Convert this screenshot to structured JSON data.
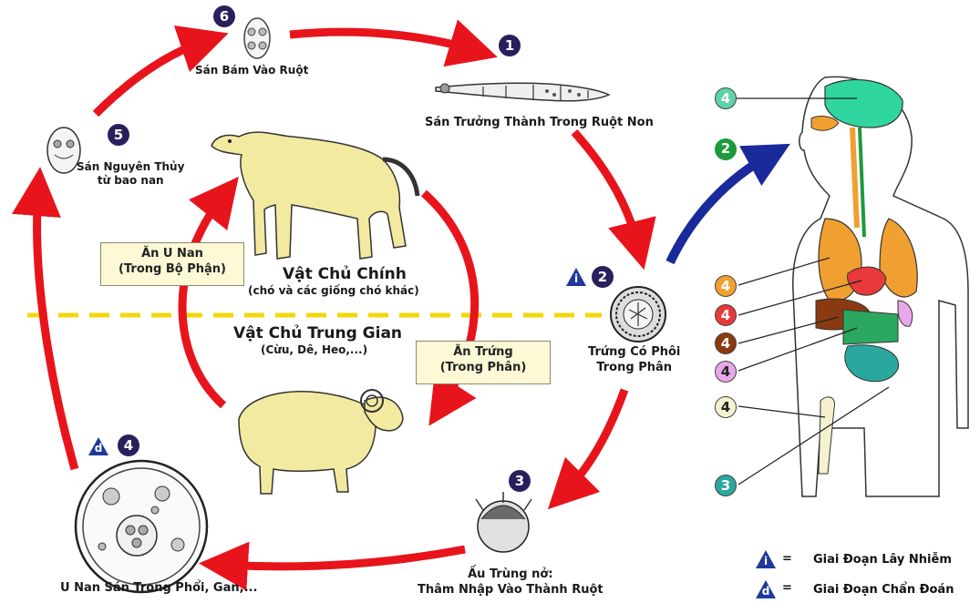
{
  "stages": {
    "s6": {
      "label": "Sán Bám Vào Ruột",
      "num": "6"
    },
    "s1": {
      "label": "Sán Trưởng Thành Trong Ruột Non",
      "num": "1"
    },
    "s5": {
      "line1": "Sán Nguyên Thủy",
      "line2": "từ bao nan",
      "num": "5"
    },
    "s2": {
      "line1": "Trứng Có Phôi",
      "line2": "Trong Phân",
      "num": "2",
      "tri": "i"
    },
    "s3": {
      "line1": "Ấu Trùng nở:",
      "line2": "Thâm Nhập Vào Thành Ruột",
      "num": "3"
    },
    "s4": {
      "label": "U Nan Sán Trong Phổi, Gan,...",
      "num": "4",
      "tri": "d"
    }
  },
  "boxes": {
    "eat_cyst": {
      "line1": "Ăn U Nan",
      "line2": "(Trong Bộ Phận)"
    },
    "eat_egg": {
      "line1": "Ăn Trứng",
      "line2": "(Trong Phân)"
    }
  },
  "hosts": {
    "definitive": {
      "title": "Vật Chủ Chính",
      "sub": "(chó và các giống chó khác)"
    },
    "intermediate": {
      "title": "Vật Chủ Trung Gian",
      "sub": "(Cừu, Dê, Heo,...)"
    }
  },
  "body_markers": [
    {
      "num": "4",
      "color": "#5fd3a8",
      "target": "brain"
    },
    {
      "num": "2",
      "color": "#1e9a3a",
      "target": "arrow"
    },
    {
      "num": "4",
      "color": "#f0a030",
      "target": "lungs"
    },
    {
      "num": "4",
      "color": "#e83a3a",
      "target": "heart"
    },
    {
      "num": "4",
      "color": "#8a3a10",
      "target": "liver"
    },
    {
      "num": "4",
      "color": "#e8a8e8",
      "target": "kidney"
    },
    {
      "num": "4",
      "color": "#f6f2d0",
      "target": "bone"
    },
    {
      "num": "3",
      "color": "#2aa8a0",
      "target": "intestine"
    }
  ],
  "legend": {
    "infective": {
      "sym": "i",
      "eq": "=",
      "label": "Giai Đoạn Lây Nhiễm"
    },
    "diagnostic": {
      "sym": "d",
      "eq": "=",
      "label": "Giai Đoạn Chẩn Đoán"
    }
  },
  "colors": {
    "arrow_red": "#e8141c",
    "arrow_blue": "#1a2a9a",
    "dash": "#f2d80a",
    "badge": "#2a1f5c",
    "tri": "#1e3a9a"
  }
}
